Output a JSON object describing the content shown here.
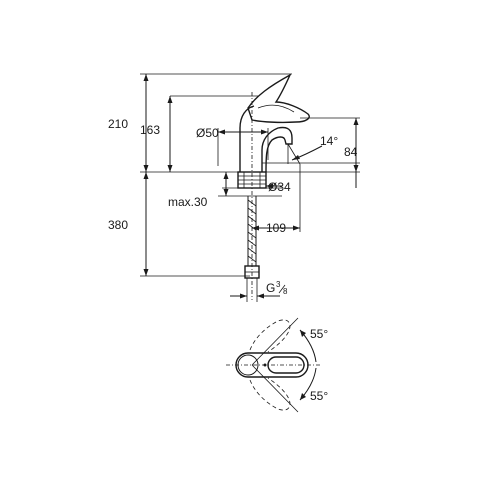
{
  "dimensions": {
    "total_height": "210",
    "spout_height": "163",
    "body_diameter": "Ø50",
    "tilt_angle": "14°",
    "outlet_height": "84",
    "mount_diameter": "Ø34",
    "max_thickness": "max.30",
    "projection": "109",
    "hose_length": "380",
    "connection_main": "G",
    "connection_num": "3",
    "connection_den": "8"
  },
  "top_view": {
    "angle_upper": "55°",
    "angle_lower": "55°"
  }
}
